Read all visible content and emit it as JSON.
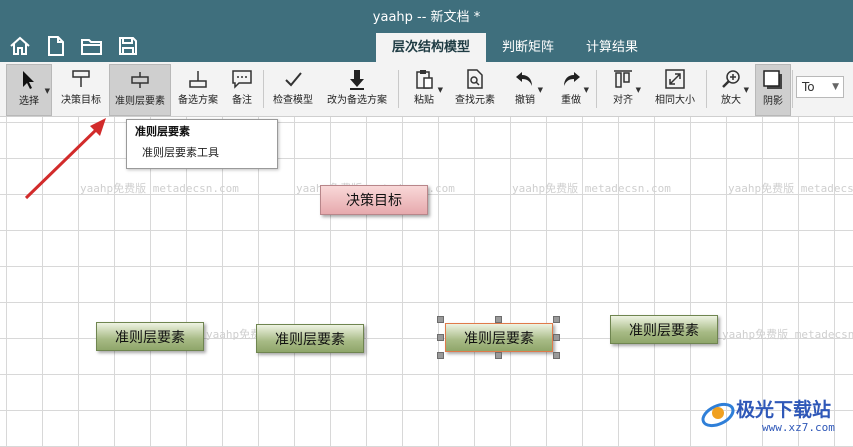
{
  "window": {
    "title": "yaahp -- 新文档 *"
  },
  "quick_access": [
    "home-icon",
    "new-file-icon",
    "open-folder-icon",
    "save-icon"
  ],
  "tabs": [
    {
      "label": "层次结构模型",
      "active": true
    },
    {
      "label": "判断矩阵",
      "active": false
    },
    {
      "label": "计算结果",
      "active": false
    }
  ],
  "toolbar": {
    "select": "选择",
    "goal": "决策目标",
    "criterion": "准则层要素",
    "alternative": "备选方案",
    "note": "备注",
    "check": "检查模型",
    "to_alt": "改为备选方案",
    "paste": "粘贴",
    "find": "查找元素",
    "undo": "撤销",
    "redo": "重做",
    "align": "对齐",
    "same_size": "相同大小",
    "zoom": "放大",
    "shadow": "阴影",
    "combo_value": "To"
  },
  "tooltip": {
    "title": "准则层要素",
    "desc": "准则层要素工具"
  },
  "watermark_text": "yaahp免费版 metadecsn.com",
  "nodes": {
    "goal": "决策目标",
    "c1": "准则层要素",
    "c2": "准则层要素",
    "c3": "准则层要素",
    "c4": "准则层要素"
  },
  "brand": {
    "name": "极光下载站",
    "url": "www.xz7.com"
  },
  "colors": {
    "titlebar": "#3f6f7d",
    "goal_fill": "#e6a9ad",
    "criterion_fill": "#a7ba85",
    "arrow": "#d22b2b"
  }
}
